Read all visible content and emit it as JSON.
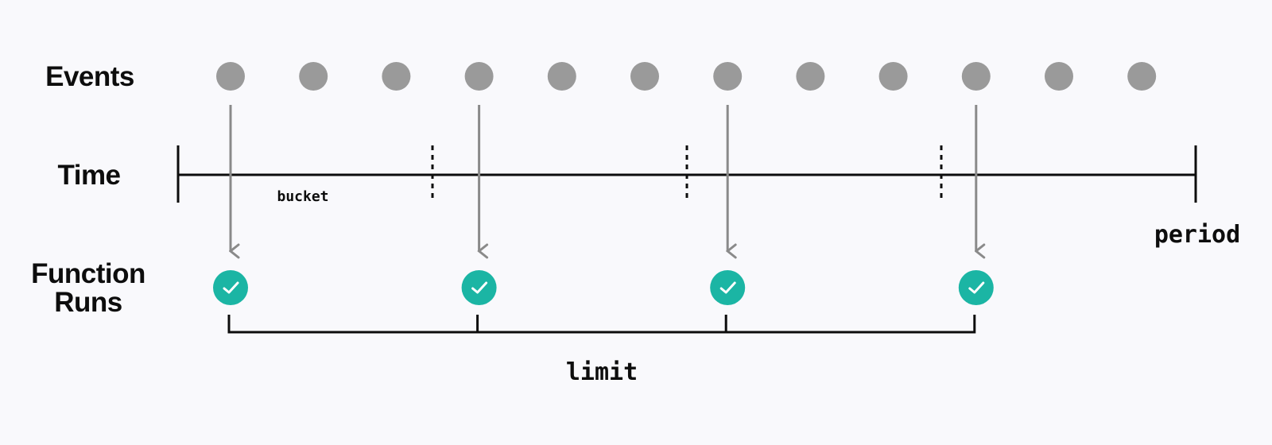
{
  "labels": {
    "events": "Events",
    "time": "Time",
    "function_runs_line1": "Function",
    "function_runs_line2": "Runs",
    "bucket": "bucket",
    "period": "period",
    "limit": "limit"
  },
  "diagram": {
    "event_count": 12,
    "buckets": 4,
    "triggered_events": [
      0,
      3,
      6,
      9
    ],
    "colors": {
      "event": "#9a9a9a",
      "arrow": "#8a8a8a",
      "timeline": "#0d0d0d",
      "run": "#1bb5a4",
      "check": "#ffffff"
    },
    "icons": {
      "run": "check-circle-icon"
    }
  }
}
